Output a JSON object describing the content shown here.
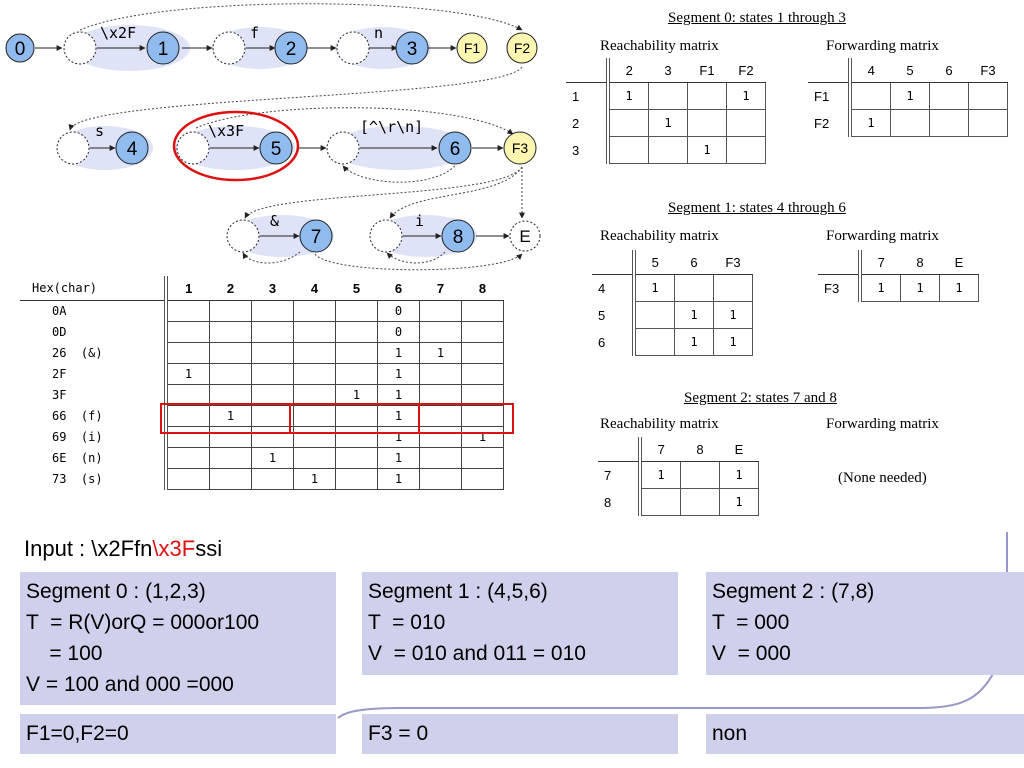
{
  "diagram": {
    "nodes": {
      "n0": "0",
      "n1": "1",
      "n2": "2",
      "n3": "3",
      "f1": "F1",
      "f2": "F2",
      "n4": "4",
      "n5": "5",
      "n6": "6",
      "f3": "F3",
      "n7": "7",
      "n8": "8",
      "e": "E"
    },
    "edge_labels": {
      "x2f": "\\x2F",
      "f": "f",
      "n": "n",
      "s": "s",
      "x3f": "\\x3F",
      "crlf": "[^\\r\\n]",
      "amp": "&",
      "i": "i"
    }
  },
  "hex_table": {
    "header_label": "Hex(char)",
    "columns": [
      "1",
      "2",
      "3",
      "4",
      "5",
      "6",
      "7",
      "8"
    ],
    "rows": [
      {
        "label": "0A",
        "cells": [
          "",
          "",
          "",
          "",
          "",
          "0",
          "",
          ""
        ]
      },
      {
        "label": "0D",
        "cells": [
          "",
          "",
          "",
          "",
          "",
          "0",
          "",
          ""
        ]
      },
      {
        "label": "26  (&)",
        "cells": [
          "",
          "",
          "",
          "",
          "",
          "1",
          "1",
          ""
        ]
      },
      {
        "label": "2F",
        "cells": [
          "1",
          "",
          "",
          "",
          "",
          "1",
          "",
          ""
        ]
      },
      {
        "label": "3F",
        "cells": [
          "",
          "",
          "",
          "",
          "1",
          "1",
          "",
          ""
        ]
      },
      {
        "label": "66  (f)",
        "cells": [
          "",
          "1",
          "",
          "",
          "",
          "1",
          "",
          ""
        ]
      },
      {
        "label": "69  (i)",
        "cells": [
          "",
          "",
          "",
          "",
          "",
          "1",
          "",
          "1"
        ]
      },
      {
        "label": "6E  (n)",
        "cells": [
          "",
          "",
          "1",
          "",
          "",
          "1",
          "",
          ""
        ]
      },
      {
        "label": "73  (s)",
        "cells": [
          "",
          "",
          "",
          "1",
          "",
          "1",
          "",
          ""
        ]
      }
    ]
  },
  "segments": [
    {
      "title": "Segment 0: states 1 through 3",
      "reach_title": "Reachability matrix",
      "reach": {
        "cols": [
          "2",
          "3",
          "F1",
          "F2"
        ],
        "rows": [
          {
            "label": "1",
            "cells": [
              "1",
              "",
              "",
              "1"
            ]
          },
          {
            "label": "2",
            "cells": [
              "",
              "1",
              "",
              ""
            ]
          },
          {
            "label": "3",
            "cells": [
              "",
              "",
              "1",
              ""
            ]
          }
        ]
      },
      "fwd_title": "Forwarding matrix",
      "fwd": {
        "cols": [
          "4",
          "5",
          "6",
          "F3"
        ],
        "rows": [
          {
            "label": "F1",
            "cells": [
              "",
              "1",
              "",
              ""
            ]
          },
          {
            "label": "F2",
            "cells": [
              "1",
              "",
              "",
              ""
            ]
          }
        ]
      }
    },
    {
      "title": "Segment 1: states 4 through 6",
      "reach_title": "Reachability matrix",
      "reach": {
        "cols": [
          "5",
          "6",
          "F3"
        ],
        "rows": [
          {
            "label": "4",
            "cells": [
              "1",
              "",
              ""
            ]
          },
          {
            "label": "5",
            "cells": [
              "",
              "1",
              "1"
            ]
          },
          {
            "label": "6",
            "cells": [
              "",
              "1",
              "1"
            ]
          }
        ]
      },
      "fwd_title": "Forwarding matrix",
      "fwd": {
        "cols": [
          "7",
          "8",
          "E"
        ],
        "rows": [
          {
            "label": "F3",
            "cells": [
              "1",
              "1",
              "1"
            ]
          }
        ]
      }
    },
    {
      "title": "Segment 2: states 7 and 8",
      "reach_title": "Reachability matrix",
      "reach": {
        "cols": [
          "7",
          "8",
          "E"
        ],
        "rows": [
          {
            "label": "7",
            "cells": [
              "1",
              "",
              "1"
            ]
          },
          {
            "label": "8",
            "cells": [
              "",
              "",
              "1"
            ]
          }
        ]
      },
      "fwd_title": "Forwarding matrix",
      "fwd_note": "(None needed)"
    }
  ],
  "input": {
    "prefix": "Input : \\x2Ffn",
    "highlight": "\\x3F",
    "suffix": "ssi"
  },
  "boxes": [
    {
      "lines": [
        "Segment 0 : (1,2,3)",
        "T  = R(V)orQ = 000or100",
        "    = 100",
        "V = 100 and 000 =000"
      ]
    },
    {
      "lines": [
        "Segment 1 : (4,5,6)",
        "T  = 010",
        "V  = 010 and 011 = 010"
      ]
    },
    {
      "lines": [
        "Segment 2 : (7,8)",
        "T  = 000",
        "V  = 000"
      ]
    }
  ],
  "results": [
    "F1=0,F2=0",
    "F3 = 0",
    "non"
  ],
  "colors": {
    "node_fill": "#8fbbee",
    "node_bg": "#dfe3f7",
    "final_fill": "#fcf6b0",
    "highlight": "#e01010",
    "box_bg": "#cfd0ec"
  }
}
